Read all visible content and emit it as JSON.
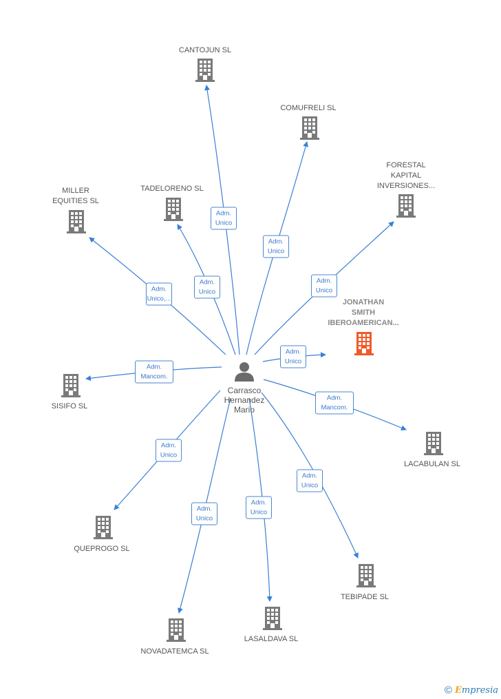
{
  "center": {
    "name": "Carrasco\nHernandez\nMario",
    "icon": "person-icon"
  },
  "companies": [
    {
      "id": "cantojun",
      "name": "CANTOJUN SL",
      "role": "Adm.\nUnico",
      "highlight": false
    },
    {
      "id": "comufreli",
      "name": "COMUFRELI SL",
      "role": "Adm.\nUnico",
      "highlight": false
    },
    {
      "id": "forestal",
      "name": "FORESTAL\nKAPITAL\nINVERSIONES...",
      "role": "Adm.\nUnico",
      "highlight": false
    },
    {
      "id": "jonathan",
      "name": "JONATHAN\nSMITH\nIBEROAMERICAN...",
      "role": "Adm.\nUnico",
      "highlight": true
    },
    {
      "id": "lacabulan",
      "name": "LACABULAN SL",
      "role": "Adm.\nMancom.",
      "highlight": false
    },
    {
      "id": "tebipade",
      "name": "TEBIPADE SL",
      "role": "Adm.\nUnico",
      "highlight": false
    },
    {
      "id": "lasaldava",
      "name": "LASALDAVA SL",
      "role": "Adm.\nUnico",
      "highlight": false
    },
    {
      "id": "novadatemca",
      "name": "NOVADATEMCA SL",
      "role": "Adm.\nUnico",
      "highlight": false
    },
    {
      "id": "queprogo",
      "name": "QUEPROGO SL",
      "role": "Adm.\nUnico",
      "highlight": false
    },
    {
      "id": "sisifo",
      "name": "SISIFO SL",
      "role": "Adm.\nMancom.",
      "highlight": false
    },
    {
      "id": "miller",
      "name": "MILLER\nEQUITIES  SL",
      "role": "Adm.\nUnico,...",
      "highlight": false
    },
    {
      "id": "tadeloreno",
      "name": "TADELORENO SL",
      "role": "Adm.\nUnico",
      "highlight": false
    }
  ],
  "colors": {
    "edge": "#3a7fd5",
    "building": "#7a7a7a",
    "highlight": "#f05a28",
    "person": "#6b6b6b"
  },
  "footer": {
    "copyright": "©",
    "brand_initial": "E",
    "brand_rest": "mpresia"
  }
}
